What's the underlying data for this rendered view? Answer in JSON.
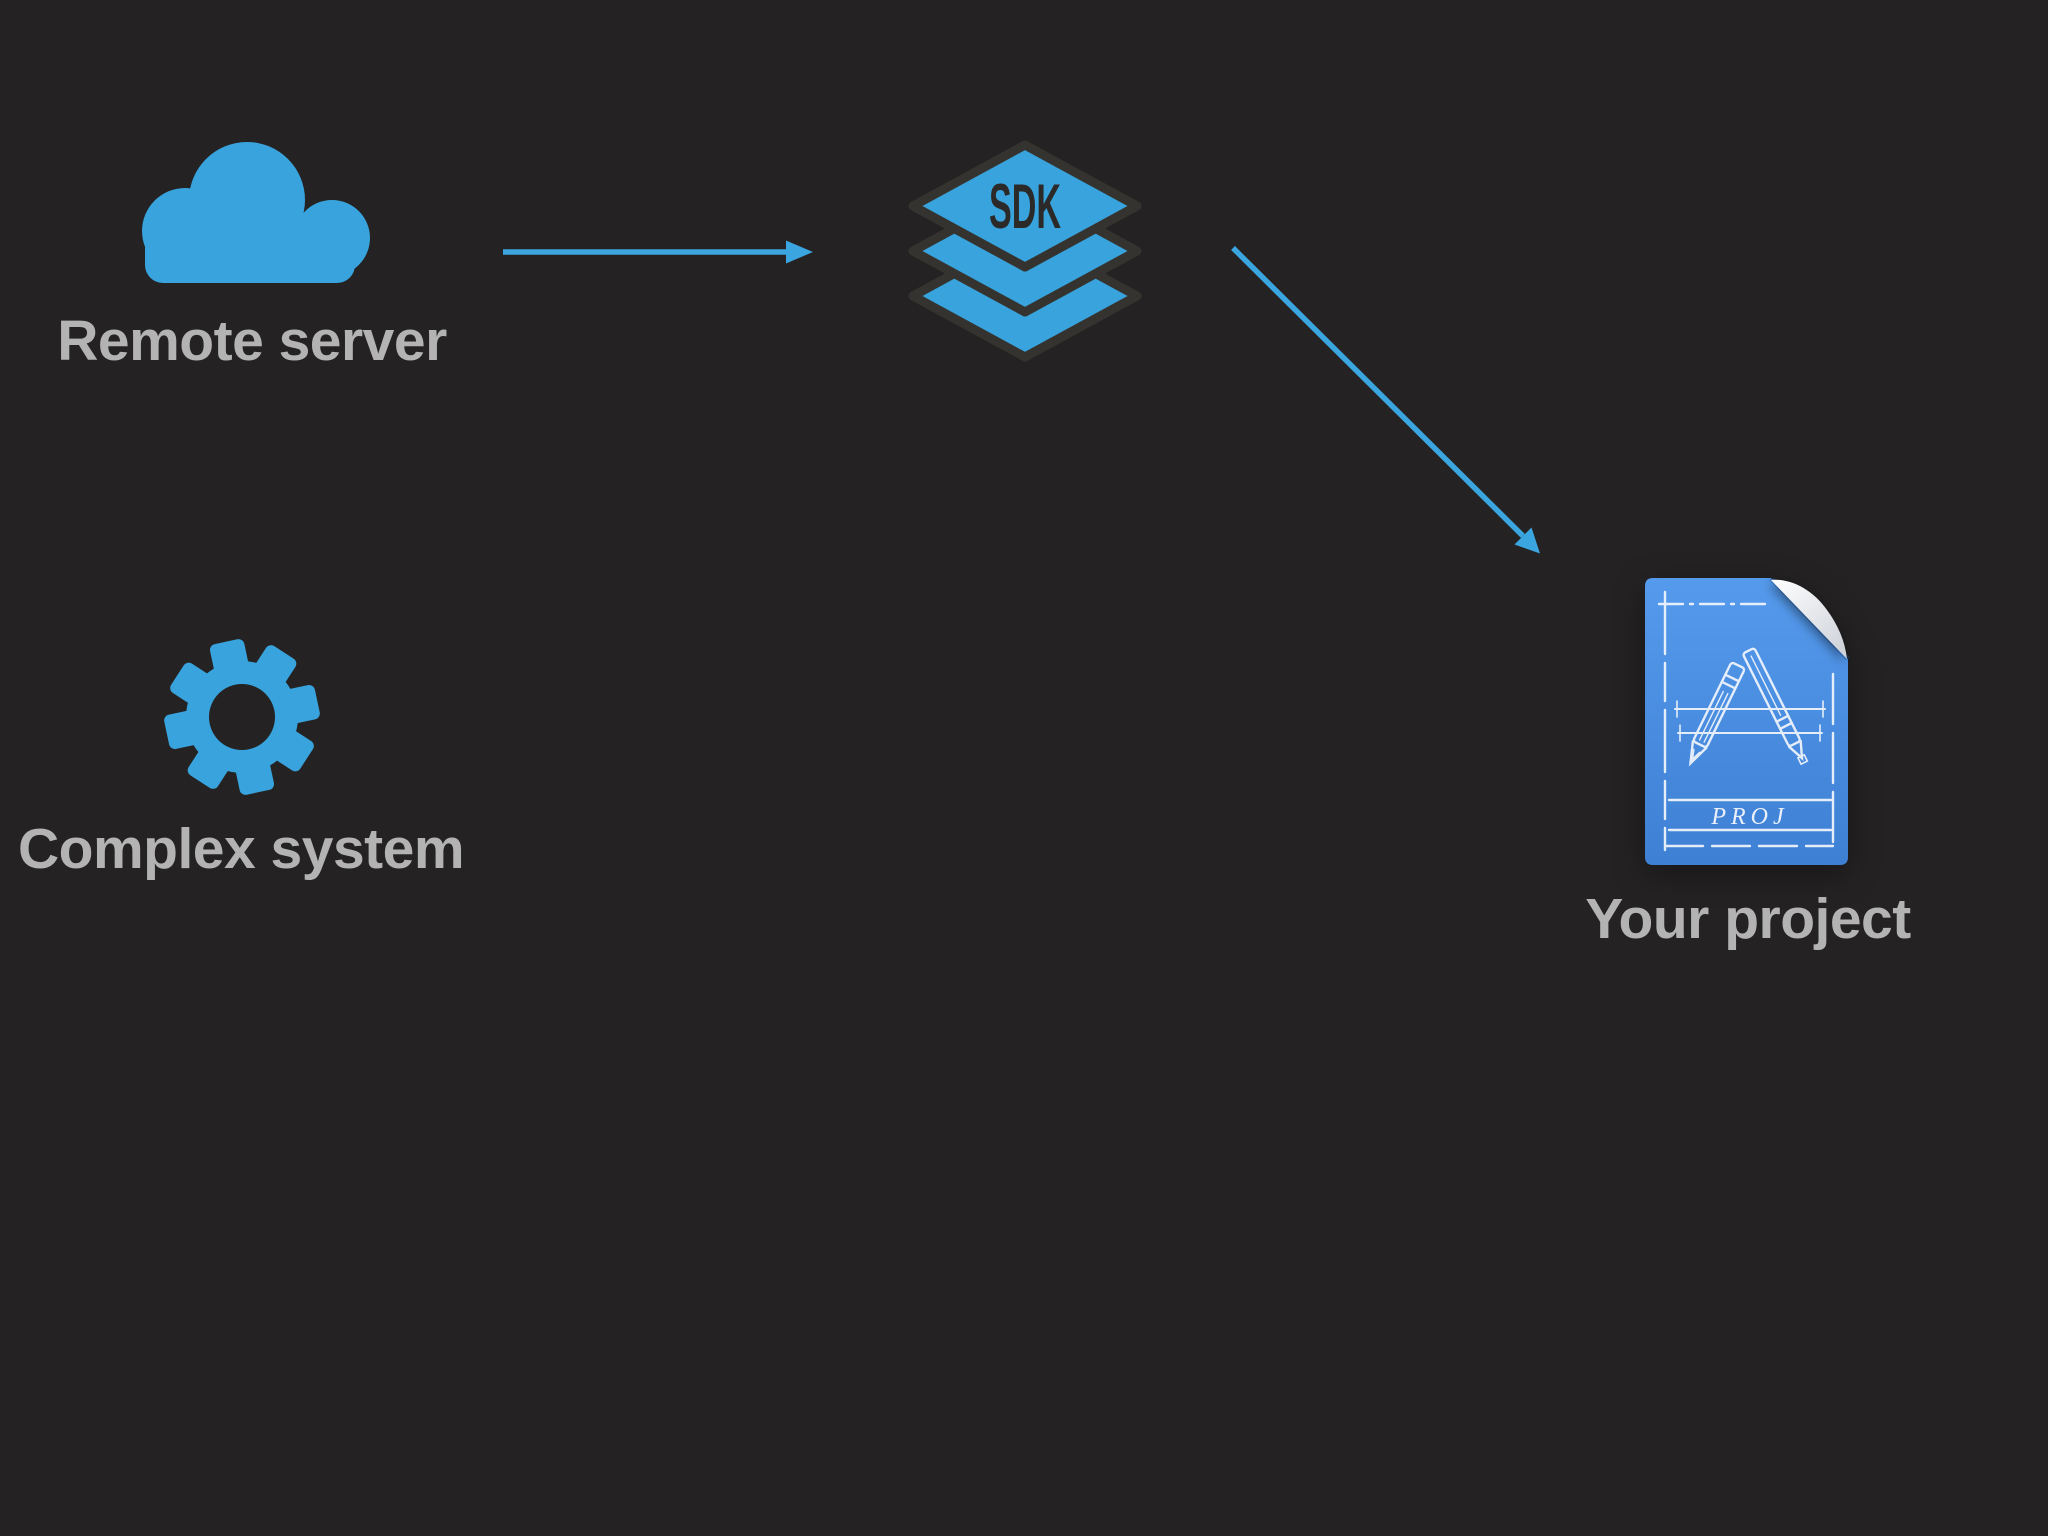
{
  "canvas": {
    "background_color": "#242222",
    "description": "SDK flow diagram"
  },
  "colors": {
    "accent_azure": "#38a3dc",
    "arrow_blue": "#3aa5de",
    "label_gray": "#b3b3b3",
    "sdk_outline_dark": "#35332f",
    "sdk_text_dark": "#2b2a28",
    "project_doc_blue": "#4a90e2",
    "blueprint_line_white": "#f2f6fc"
  },
  "nodes": {
    "remote_server": {
      "label": "Remote server",
      "icon": "cloud-icon"
    },
    "sdk": {
      "label": "SDK",
      "icon": "layers-stack-icon"
    },
    "complex_system": {
      "label": "Complex system",
      "icon": "gear-icon"
    },
    "your_project": {
      "label": "Your project",
      "icon": "blueprint-project-document-icon",
      "badge_text": "PROJ"
    }
  },
  "connections": [
    {
      "from": "remote_server",
      "to": "sdk",
      "type": "arrow"
    },
    {
      "from": "sdk",
      "to": "your_project",
      "type": "arrow"
    }
  ]
}
